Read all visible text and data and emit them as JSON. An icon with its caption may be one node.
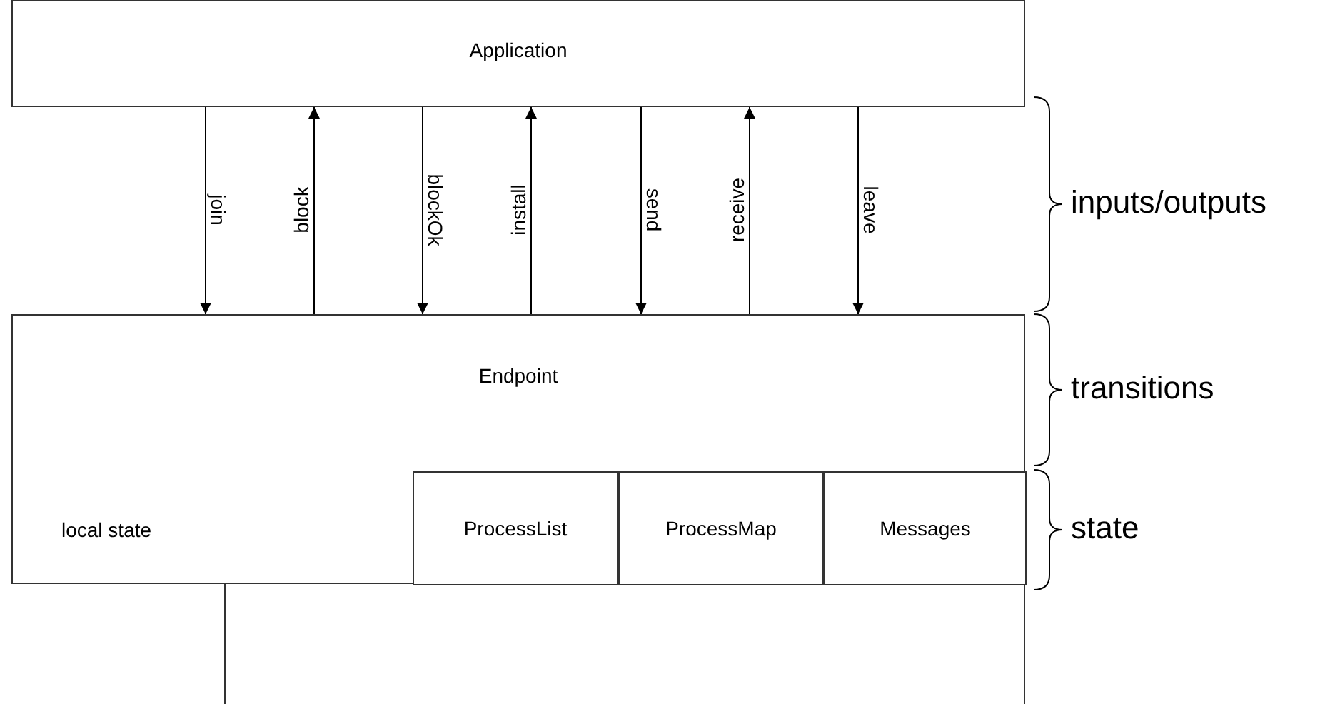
{
  "diagram": {
    "nodes": [
      {
        "text": [
          "Application"
        ]
      },
      {
        "text": [
          "Endpoint",
          "local state"
        ]
      },
      {
        "text": [
          "ProcessList"
        ],
        "in": 1
      },
      {
        "text": [
          "ProcessMap"
        ],
        "in": 1
      },
      {
        "text": [
          "Messages"
        ],
        "in": 1
      },
      {
        "text": [],
        "shape": "box"
      }
    ],
    "edges": [
      {
        "from": 0,
        "to": 1,
        "arrow": "to",
        "label": "join"
      },
      {
        "from": 1,
        "to": 0,
        "arrow": "to",
        "label": "block"
      },
      {
        "from": 0,
        "to": 1,
        "arrow": "to",
        "label": "blockOk"
      },
      {
        "from": 1,
        "to": 0,
        "arrow": "to",
        "label": "install"
      },
      {
        "from": 0,
        "to": 1,
        "arrow": "to",
        "label": "send"
      },
      {
        "from": 1,
        "to": 0,
        "arrow": "to",
        "label": "receive"
      },
      {
        "from": 0,
        "to": 1,
        "arrow": "to",
        "label": "leave"
      }
    ],
    "labels": [
      "inputs/outputs",
      "transitions",
      "state"
    ]
  }
}
